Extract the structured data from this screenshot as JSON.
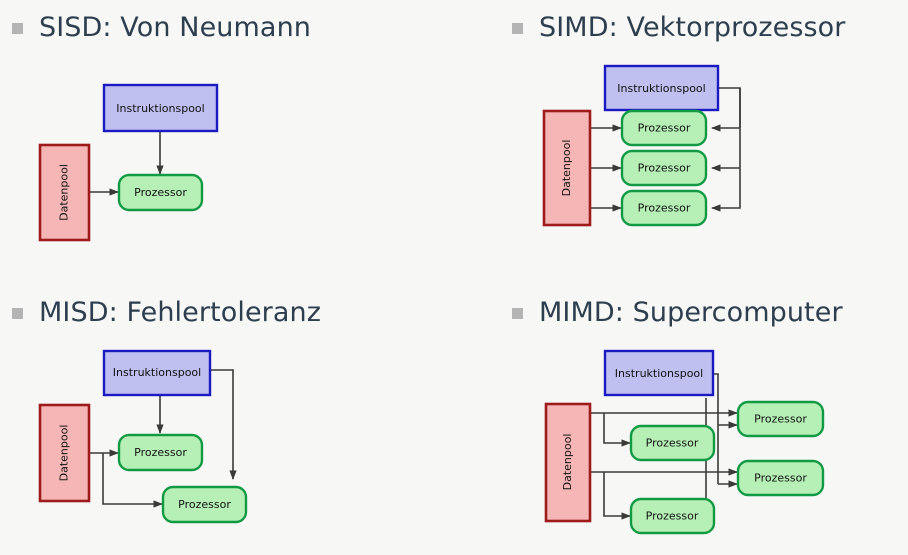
{
  "slide": {
    "background_color": "#f7f7f5",
    "heading_color": "#2d3e4f",
    "bullet_color": "#b4b4b4"
  },
  "palette": {
    "instruction_fill": "#bfbff0",
    "instruction_stroke": "#1a1ac0",
    "data_fill": "#f7b6b6",
    "data_stroke": "#9e1b1b",
    "processor_fill": "#b6f0b6",
    "processor_stroke": "#119944",
    "edge_color": "#3a3a3a"
  },
  "labels": {
    "instruction_pool": "Instruktionspool",
    "data_pool": "Datenpool",
    "processor": "Prozessor"
  },
  "quadrants": [
    {
      "id": "sisd",
      "bullet": "square-bullet",
      "title": "SISD: Von Neumann",
      "instruction_pools": 1,
      "data_pools": 1,
      "processors": 1
    },
    {
      "id": "simd",
      "bullet": "square-bullet",
      "title": "SIMD: Vektorprozessor",
      "instruction_pools": 1,
      "data_pools": 1,
      "processors": 3
    },
    {
      "id": "misd",
      "bullet": "square-bullet",
      "title": "MISD: Fehlertoleranz",
      "instruction_pools": 1,
      "data_pools": 1,
      "processors": 2
    },
    {
      "id": "mimd",
      "bullet": "square-bullet",
      "title": "MIMD: Supercomputer",
      "instruction_pools": 1,
      "data_pools": 1,
      "processors": 4
    }
  ]
}
